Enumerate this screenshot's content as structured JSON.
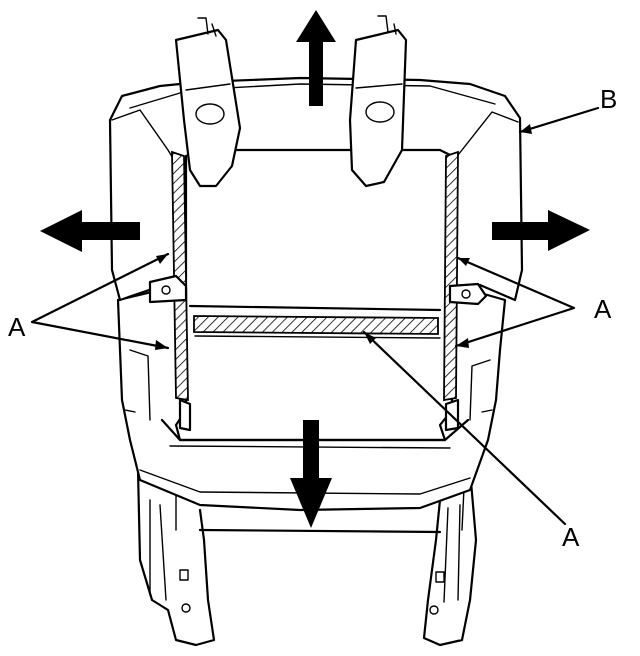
{
  "callouts": {
    "a_left": "A",
    "a_right": "A",
    "a_bottom": "A",
    "b": "B"
  }
}
